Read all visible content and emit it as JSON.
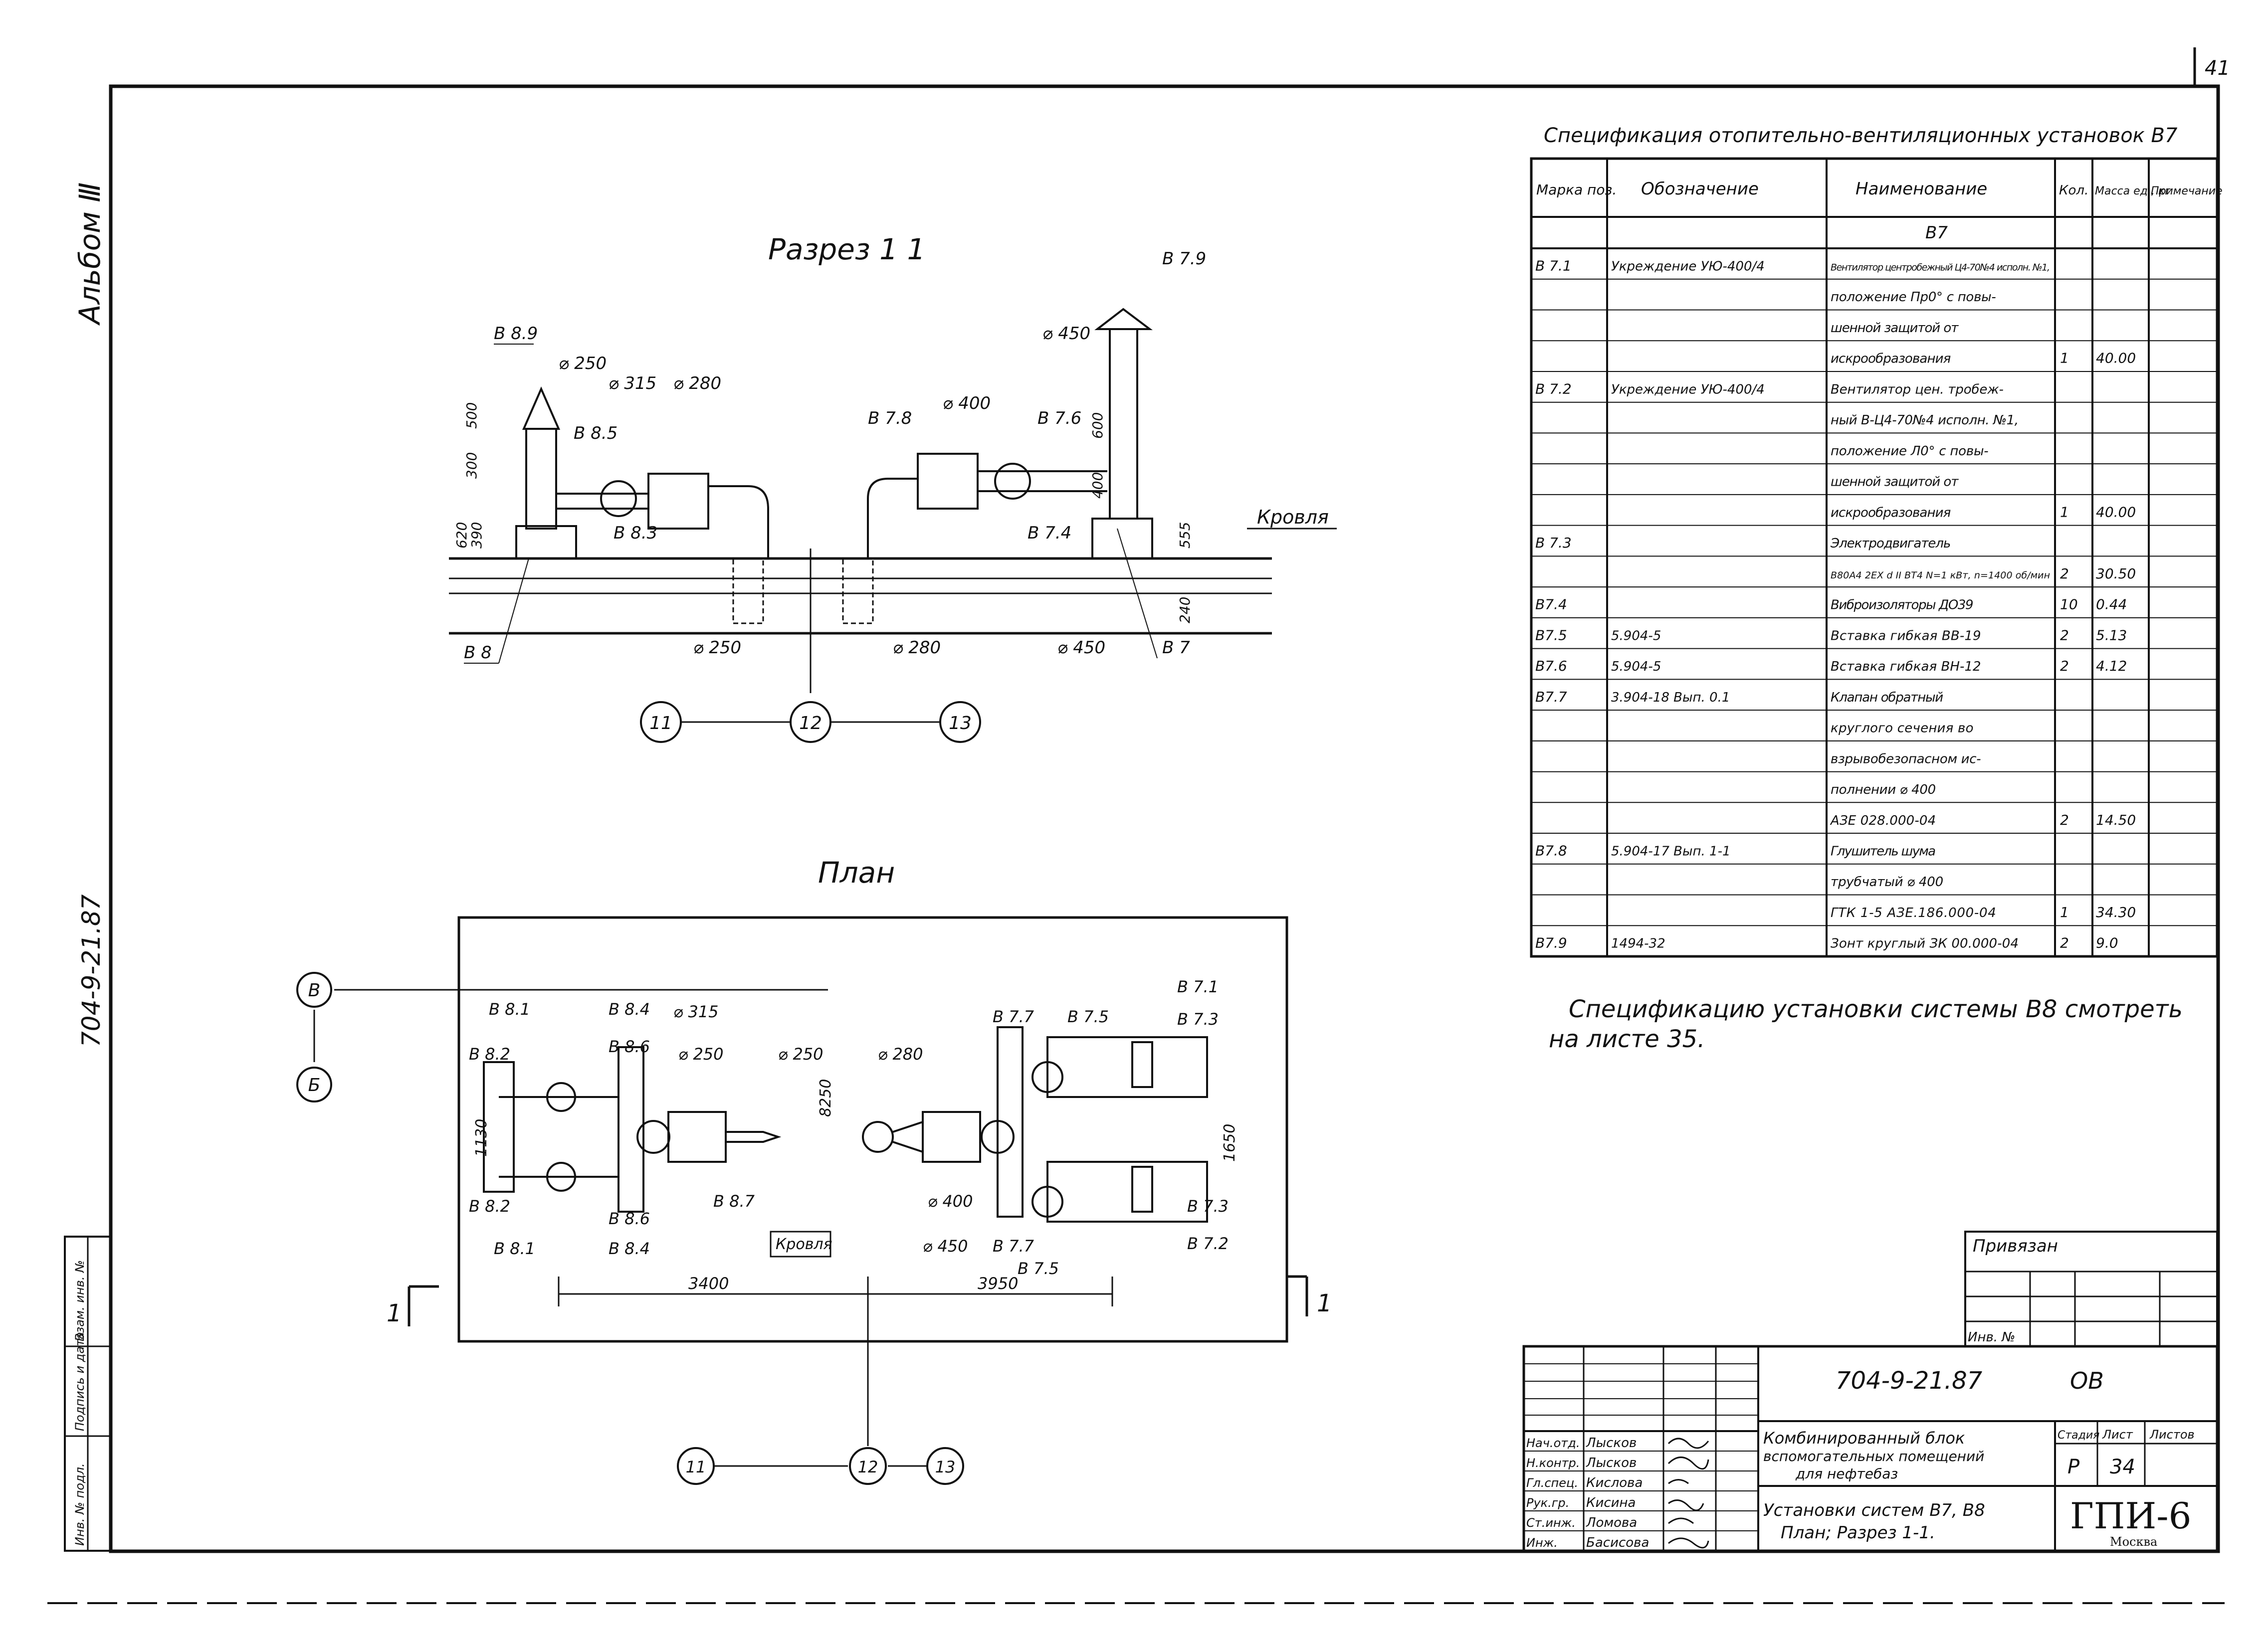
{
  "sheet_number_corner": "41",
  "margin": {
    "album": "Альбом Ⅲ",
    "project_code": "704-9-21.87",
    "stamp_columns": [
      "Инв. № подл.",
      "Подпись и дата",
      "Взам. инв. №"
    ]
  },
  "section": {
    "title": "Разрез 1 1",
    "roof_label": "Кровля",
    "labels": [
      "В 7.9",
      "В 8.9",
      "⌀ 250",
      "⌀ 315",
      "⌀ 280",
      "В 8.5",
      "⌀ 400",
      "В 7.8",
      "⌀ 450",
      "В 7.6",
      "В 8.3",
      "В 7.4",
      "В 8",
      "⌀ 250",
      "⌀ 280",
      "⌀ 450",
      "В 7"
    ],
    "dims": [
      "300",
      "500",
      "400",
      "600",
      "620",
      "390",
      "555",
      "240"
    ],
    "axes": [
      "11",
      "12",
      "13"
    ]
  },
  "plan": {
    "title": "План",
    "roof_label": "Кровля",
    "row_axes": [
      "В",
      "Б"
    ],
    "labels": [
      "В 8.1",
      "В 8.4",
      "⌀ 315",
      "В 8.2",
      "В 8.6",
      "⌀ 250",
      "⌀ 250",
      "⌀ 280",
      "В 7.7",
      "В 7.5",
      "В 7.1",
      "В 7.3",
      "В 8.2",
      "В 8.6",
      "В 8.7",
      "⌀ 400",
      "В 8.1",
      "В 8.4",
      "⌀ 450",
      "В 7.7",
      "В 7.5",
      "В 7.3",
      "В 7.2"
    ],
    "dims": [
      "1130",
      "3400",
      "3950",
      "1650",
      "8250"
    ],
    "section_marks": [
      "1",
      "1"
    ],
    "axes": [
      "11",
      "12",
      "13"
    ]
  },
  "spec": {
    "title": "Спецификация отопительно-вентиляционных установок В7",
    "headers": [
      "Марка поз.",
      "Обозначение",
      "Наименование",
      "Кол.",
      "Масса ед., кг",
      "Примечание"
    ],
    "group": "В7",
    "rows": [
      [
        "В 7.1",
        "Укреждение УЮ-400/4",
        "Вентилятор центробежный Ц4-70№4 исполн. №1,",
        "",
        ""
      ],
      [
        "",
        "",
        "положение Пр0° с повы-",
        "",
        ""
      ],
      [
        "",
        "",
        "шенной защитой от",
        "",
        ""
      ],
      [
        "",
        "",
        "искрообразования",
        "1",
        "40.00"
      ],
      [
        "В 7.2",
        "Укреждение УЮ-400/4",
        "Вентилятор цен. тробеж-",
        "",
        ""
      ],
      [
        "",
        "",
        "ный В-Ц4-70№4 исполн. №1,",
        "",
        ""
      ],
      [
        "",
        "",
        "положение Л0° с повы-",
        "",
        ""
      ],
      [
        "",
        "",
        "шенной защитой от",
        "",
        ""
      ],
      [
        "",
        "",
        "искрообразования",
        "1",
        "40.00"
      ],
      [
        "В 7.3",
        "",
        "Электродвигатель",
        "",
        ""
      ],
      [
        "",
        "",
        "В80А4 2ЕХ d II ВТ4 N=1 кВт, n=1400 об/мин",
        "2",
        "30.50"
      ],
      [
        "В7.4",
        "",
        "Виброизоляторы ДО39",
        "10",
        "0.44"
      ],
      [
        "В7.5",
        "5.904-5",
        "Вставка гибкая ВВ-19",
        "2",
        "5.13"
      ],
      [
        "В7.6",
        "5.904-5",
        "Вставка гибкая ВН-12",
        "2",
        "4.12"
      ],
      [
        "В7.7",
        "3.904-18 Вып. 0.1",
        "Клапан обратный",
        "",
        ""
      ],
      [
        "",
        "",
        "круглого сечения во",
        "",
        ""
      ],
      [
        "",
        "",
        "взрывобезопасном ис-",
        "",
        ""
      ],
      [
        "",
        "",
        "полнении ⌀ 400",
        "",
        ""
      ],
      [
        "",
        "",
        "АЗЕ 028.000-04",
        "2",
        "14.50"
      ],
      [
        "В7.8",
        "5.904-17 Вып. 1-1",
        "Глушитель шума",
        "",
        ""
      ],
      [
        "",
        "",
        "трубчатый ⌀ 400",
        "",
        ""
      ],
      [
        "",
        "",
        "ГТК 1-5 АЗЕ.186.000-04",
        "1",
        "34.30"
      ],
      [
        "В7.9",
        "1494-32",
        "Зонт круглый ЗК 00.000-04",
        "2",
        "9.0"
      ]
    ],
    "note_line1": "Спецификацию установки системы В8 смотреть",
    "note_line2": "на листе 35."
  },
  "title_block": {
    "attached": "Привязан",
    "inv": "Инв. №",
    "doc_code": "704-9-21.87",
    "sheet_mark": "ОВ",
    "roles": [
      "Нач.отд.",
      "Н.контр.",
      "Гл.спец.",
      "Рук.гр.",
      "Ст.инж.",
      "Инж."
    ],
    "names": [
      "Лысков",
      "Лысков",
      "Кислова",
      "Кисина",
      "Ломова",
      "Басисова"
    ],
    "object_line1": "Комбинированный блок",
    "object_line2": "вспомогательных помещений",
    "object_line3": "для нефтебаз",
    "sheet_title_line1": "Установки систем В7, В8",
    "sheet_title_line2": "План; Разрез 1-1.",
    "stage_label": "Стадия",
    "sheet_label": "Лист",
    "sheets_label": "Листов",
    "stage": "Р",
    "sheet": "34",
    "org": "ГПИ-6",
    "city": "Москва"
  }
}
